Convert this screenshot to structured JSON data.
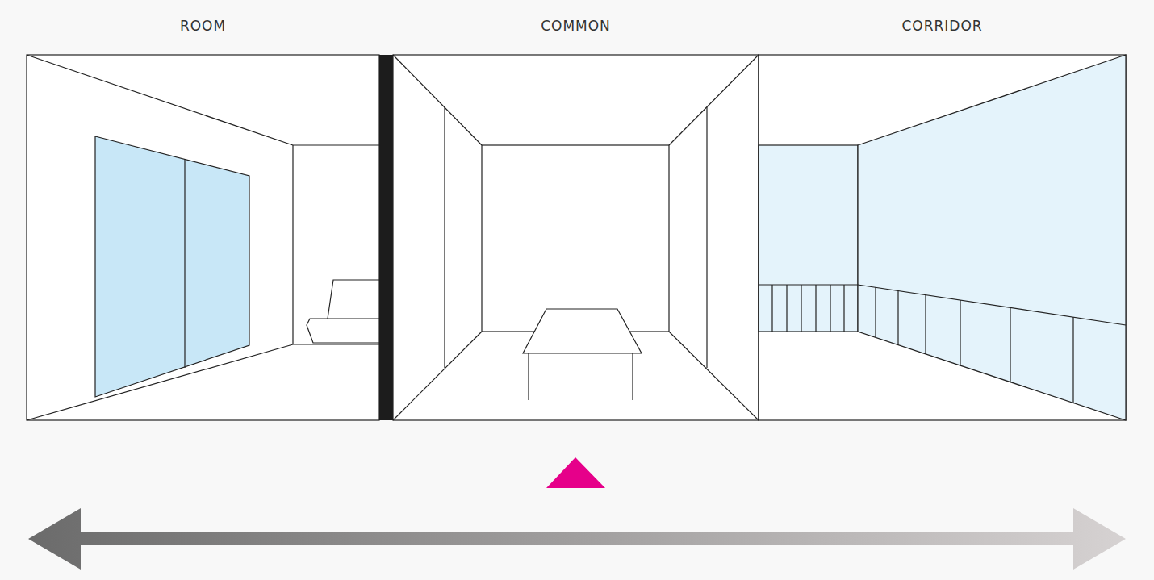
{
  "diagram": {
    "nodes": [
      {
        "text": [
          "ROOM"
        ]
      },
      {
        "text": [
          "COMMON"
        ]
      },
      {
        "text": [
          "CORRIDOR"
        ]
      }
    ]
  }
}
